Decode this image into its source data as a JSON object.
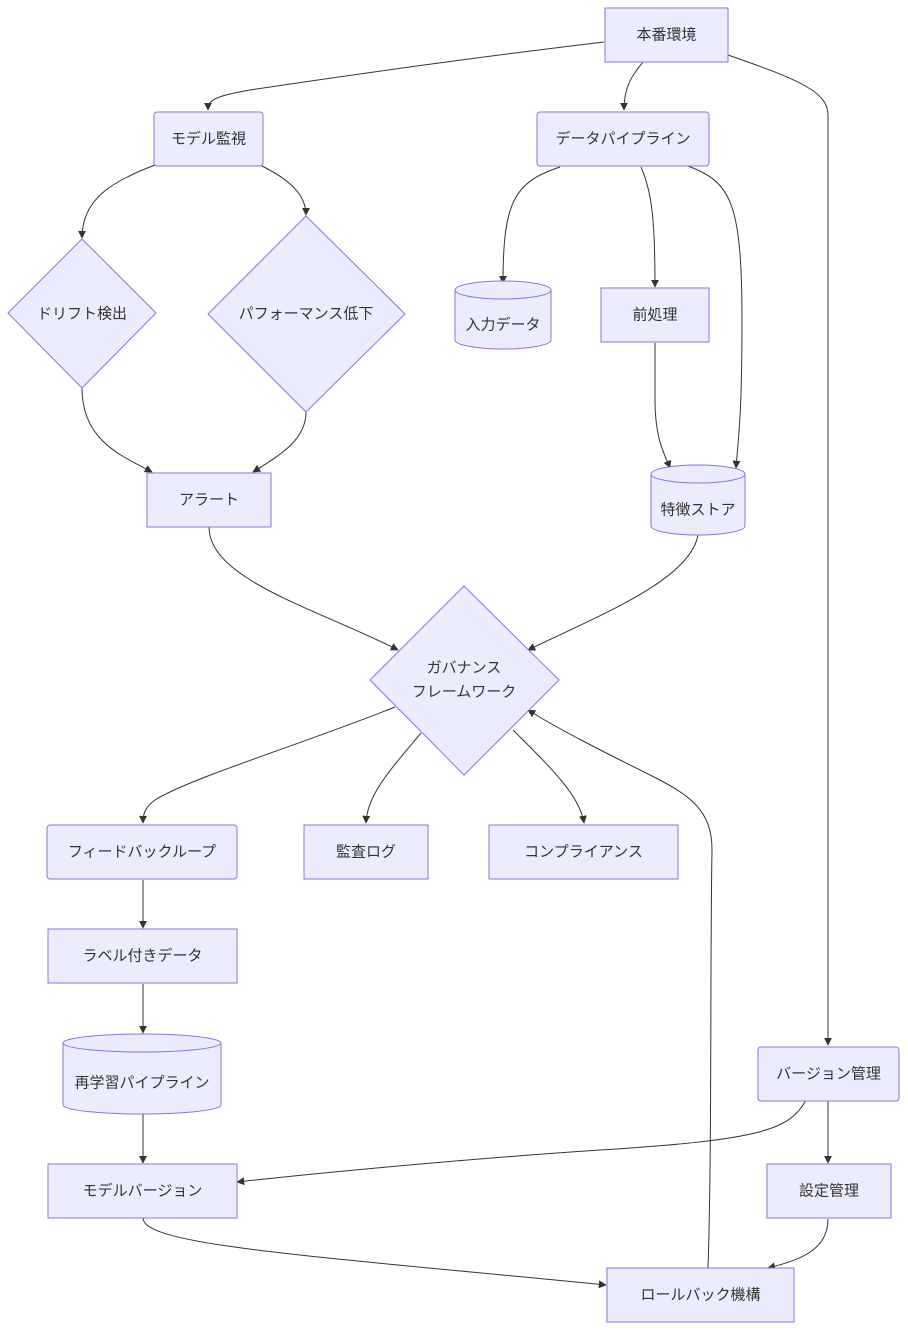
{
  "colors": {
    "node_fill": "#ECECFF",
    "node_stroke": "#9370DB",
    "edge": "#333333",
    "text": "#333333",
    "background": "#FFFFFF"
  },
  "nodes": {
    "production": "本番環境",
    "model_monitoring": "モデル監視",
    "data_pipeline": "データパイプライン",
    "drift_detection": "ドリフト検出",
    "performance_drop": "パフォーマンス低下",
    "input_data": "入力データ",
    "preprocessing": "前処理",
    "alert": "アラート",
    "feature_store": "特徴ストア",
    "governance_line1": "ガバナンス",
    "governance_line2": "フレームワーク",
    "feedback_loop": "フィードバックループ",
    "audit_log": "監査ログ",
    "compliance": "コンプライアンス",
    "labeled_data": "ラベル付きデータ",
    "retraining_pipeline": "再学習パイプライン",
    "version_management": "バージョン管理",
    "model_version": "モデルバージョン",
    "config_management": "設定管理",
    "rollback": "ロールバック機構"
  }
}
